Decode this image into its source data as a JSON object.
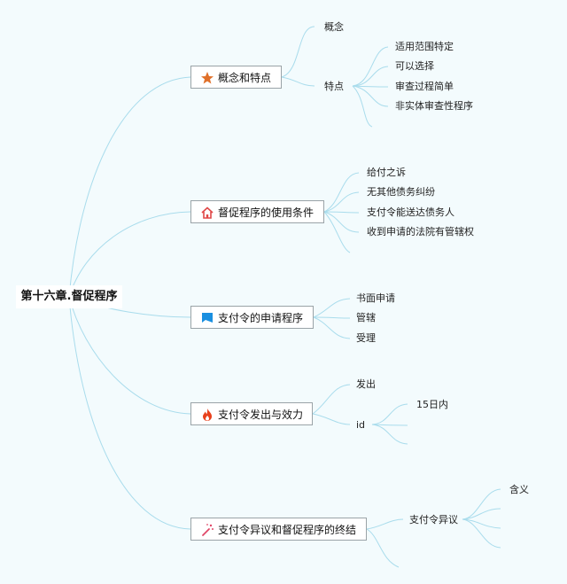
{
  "root": {
    "label": "第十六章.督促程序"
  },
  "branches": [
    {
      "label": "概念和特点",
      "icon": "star-icon",
      "icon_color": "#e0702a",
      "children": [
        {
          "label": "概念"
        },
        {
          "label": "特点",
          "children": [
            "适用范围特定",
            "可以选择",
            "审查过程简单",
            "非实体审查性程序"
          ]
        }
      ]
    },
    {
      "label": "督促程序的使用条件",
      "icon": "home-icon",
      "icon_color": "#e04848",
      "children": [
        {
          "label": "给付之诉"
        },
        {
          "label": "无其他债务纠纷"
        },
        {
          "label": "支付令能送达债务人"
        },
        {
          "label": "收到申请的法院有管辖权"
        }
      ]
    },
    {
      "label": "支付令的申请程序",
      "icon": "flag-icon",
      "icon_color": "#1a8fe0",
      "children": [
        {
          "label": "书面申请"
        },
        {
          "label": "管辖"
        },
        {
          "label": "受理"
        }
      ]
    },
    {
      "label": "支付令发出与效力",
      "icon": "fire-icon",
      "icon_color": "#e8401c",
      "children": [
        {
          "label": "发出"
        },
        {
          "label": "id",
          "children": [
            "15日内"
          ]
        }
      ]
    },
    {
      "label": "支付令异议和督促程序的终结",
      "icon": "magic-wand-icon",
      "icon_color": "#e04868",
      "children": [
        {
          "label": "支付令异议",
          "children": [
            "含义"
          ]
        }
      ]
    }
  ],
  "colors": {
    "line": "#a9dcec",
    "background": "#f3fbfd",
    "border": "#9aa3a7"
  }
}
